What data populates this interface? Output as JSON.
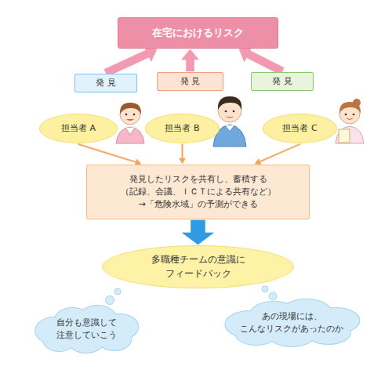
{
  "diagram": {
    "nodes": [
      {
        "text": [
          "在宅におけるリスク"
        ]
      },
      {
        "text": [
          "発 見"
        ]
      },
      {
        "text": [
          "発 見"
        ]
      },
      {
        "text": [
          "発 見"
        ]
      },
      {
        "text": [
          "担当者 A"
        ]
      },
      {
        "text": [
          "担当者 B"
        ]
      },
      {
        "text": [
          "担当者 C"
        ]
      },
      {
        "text": [
          "発見したリスクを共有し、蓄積する",
          "（記録、会議、ＩＣＴによる共有など）",
          "→「危険水域」の予測ができる"
        ]
      },
      {
        "text": [
          "多職種チームの意識に フィードバック"
        ]
      },
      {
        "text": [
          "自分も意識して 注意していこう"
        ]
      },
      {
        "text": [
          "あの現場には、 こんなリスクがあったのか"
        ]
      }
    ],
    "edges": [
      {
        "from": 1,
        "to": 0,
        "arrow": "to"
      },
      {
        "from": 2,
        "to": 0,
        "arrow": "to"
      },
      {
        "from": 3,
        "to": 0,
        "arrow": "to"
      },
      {
        "from": 4,
        "to": 7,
        "arrow": "to"
      },
      {
        "from": 5,
        "to": 7,
        "arrow": "to"
      },
      {
        "from": 6,
        "to": 7,
        "arrow": "to"
      },
      {
        "from": 7,
        "to": 8,
        "arrow": "to"
      }
    ]
  }
}
